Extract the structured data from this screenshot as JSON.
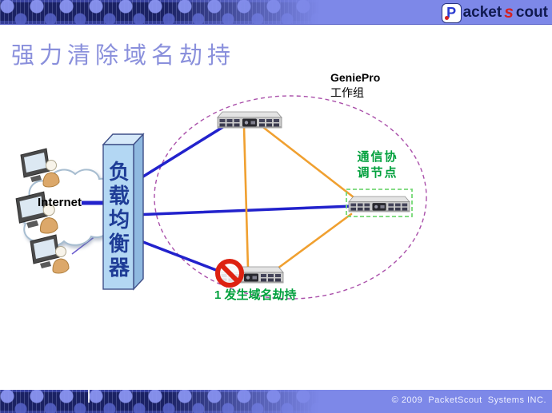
{
  "header": {
    "logo": {
      "p": "P",
      "part1": "acket",
      "s_accent": "s",
      "part2": "cout"
    }
  },
  "title": "强力清除域名劫持",
  "diagram": {
    "internet_label": "Internet",
    "load_balancer_chars": [
      "负",
      "载",
      "均",
      "衡",
      "器"
    ],
    "group_name": "GeniePro",
    "group_subtitle": "工作组",
    "coord_node_line1": "通信协",
    "coord_node_line2": "调节点",
    "hijack_label": "1 发生域名劫持"
  },
  "footer": {
    "copyright": "© 2009  PacketScout  Systems INC."
  },
  "colors": {
    "band": "#7d88e8",
    "title_text": "#8a90dc",
    "blue_link": "#2222cc",
    "orange_link": "#f0a030",
    "workgroup_ellipse": "#aa50aa",
    "coord_box_green": "#74d874",
    "green_text": "#00a03c",
    "prohibit_red": "#dd2211",
    "lb_fill": "#b3d7f3",
    "lb_text": "#1e3c96",
    "pc_link_purple": "#6a5acf"
  }
}
